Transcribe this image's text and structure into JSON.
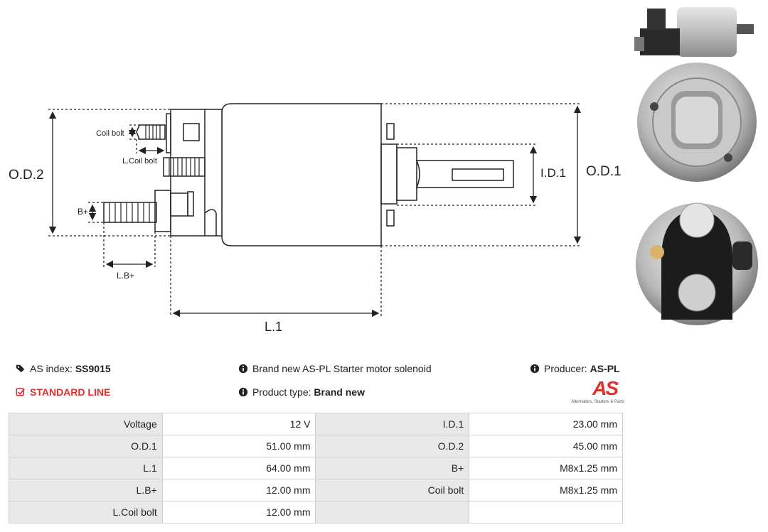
{
  "diagram": {
    "labels": {
      "coil_bolt": "Coil bolt",
      "l_coil_bolt": "L.Coil bolt",
      "b_plus": "B+",
      "l_b_plus": "L.B+",
      "od2": "O.D.2",
      "od1": "O.D.1",
      "id1": "I.D.1",
      "l1": "L.1"
    }
  },
  "info": {
    "as_index_label": "AS index:",
    "as_index_value": "SS9015",
    "line_label": "STANDARD LINE",
    "description": "Brand new AS-PL Starter motor solenoid",
    "product_type_label": "Product type:",
    "product_type_value": "Brand new",
    "producer_label": "Producer:",
    "producer_value": "AS-PL",
    "logo_mark": "AS",
    "logo_tagline": "Alternators, Starters & Parts"
  },
  "specs": {
    "rows": [
      {
        "l1": "Voltage",
        "v1": "12 V",
        "l2": "I.D.1",
        "v2": "23.00 mm"
      },
      {
        "l1": "O.D.1",
        "v1": "51.00 mm",
        "l2": "O.D.2",
        "v2": "45.00 mm"
      },
      {
        "l1": "L.1",
        "v1": "64.00 mm",
        "l2": "B+",
        "v2": "M8x1.25 mm"
      },
      {
        "l1": "L.B+",
        "v1": "12.00 mm",
        "l2": "Coil bolt",
        "v2": "M8x1.25 mm"
      },
      {
        "l1": "L.Coil bolt",
        "v1": "12.00 mm",
        "l2": "",
        "v2": ""
      }
    ]
  },
  "colors": {
    "accent": "#e0302b",
    "label_bg": "#e8e8e8",
    "border": "#cfcfcf"
  },
  "icons": [
    "tags-icon",
    "check-square-icon",
    "info-circle-icon"
  ]
}
